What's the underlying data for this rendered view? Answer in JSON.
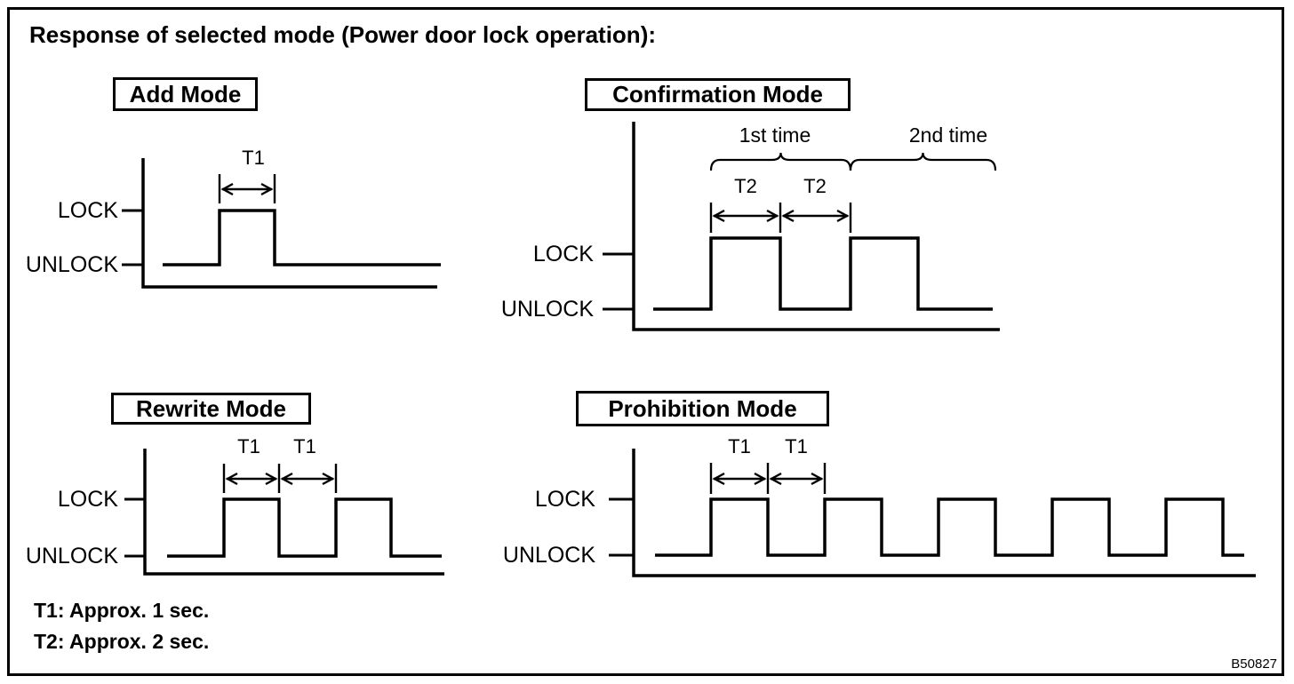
{
  "title": "Response of selected mode (Power door lock operation):",
  "figure_code": "B50827",
  "notes": {
    "t1": "T1: Approx. 1 sec.",
    "t2": "T2: Approx. 2 sec."
  },
  "colors": {
    "ink": "#000000",
    "paper": "#ffffff"
  },
  "panels": [
    {
      "id": "add",
      "title": "Add Mode",
      "y_labels": {
        "high": "LOCK",
        "low": "UNLOCK"
      },
      "interval_labels": [
        "T1"
      ],
      "waveform": {
        "initial_level": "UNLOCK",
        "pulse_count": 1,
        "sequence": [
          {
            "level": "UNLOCK"
          },
          {
            "level": "LOCK",
            "duration": "T1"
          },
          {
            "level": "UNLOCK"
          }
        ]
      }
    },
    {
      "id": "confirmation",
      "title": "Confirmation Mode",
      "y_labels": {
        "high": "LOCK",
        "low": "UNLOCK"
      },
      "interval_labels": [
        "T2",
        "T2"
      ],
      "phase_labels": [
        "1st time",
        "2nd time"
      ],
      "waveform": {
        "initial_level": "UNLOCK",
        "pulse_count": 2,
        "sequence": [
          {
            "level": "UNLOCK"
          },
          {
            "level": "LOCK",
            "duration": "T2",
            "phase": "1st time"
          },
          {
            "level": "UNLOCK",
            "duration": "T2",
            "phase": "1st time"
          },
          {
            "level": "LOCK",
            "duration": "T2",
            "phase": "2nd time"
          },
          {
            "level": "UNLOCK",
            "phase": "2nd time"
          }
        ]
      }
    },
    {
      "id": "rewrite",
      "title": "Rewrite Mode",
      "y_labels": {
        "high": "LOCK",
        "low": "UNLOCK"
      },
      "interval_labels": [
        "T1",
        "T1"
      ],
      "waveform": {
        "initial_level": "UNLOCK",
        "pulse_count": 2,
        "sequence": [
          {
            "level": "UNLOCK"
          },
          {
            "level": "LOCK",
            "duration": "T1"
          },
          {
            "level": "UNLOCK",
            "duration": "T1"
          },
          {
            "level": "LOCK",
            "duration": "T1"
          },
          {
            "level": "UNLOCK"
          }
        ]
      }
    },
    {
      "id": "prohibition",
      "title": "Prohibition Mode",
      "y_labels": {
        "high": "LOCK",
        "low": "UNLOCK"
      },
      "interval_labels": [
        "T1",
        "T1"
      ],
      "waveform": {
        "initial_level": "UNLOCK",
        "pulse_count": 5,
        "pattern": "repeating",
        "on_duration": "T1",
        "off_duration": "T1"
      }
    }
  ]
}
